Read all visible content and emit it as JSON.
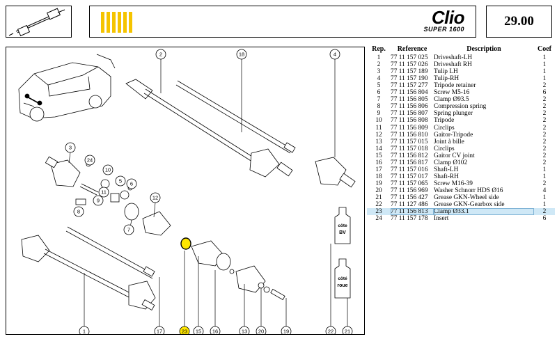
{
  "header": {
    "reference_number": "29.00",
    "brand_logo": "Clio",
    "brand_model": "SUPER 1600",
    "accent_color": "#f5c400"
  },
  "diagram": {
    "highlight_color": "#ffe600",
    "highlighted_part": "23",
    "callouts": [
      "2",
      "18",
      "4",
      "3",
      "24",
      "10",
      "5",
      "6",
      "7",
      "8",
      "11",
      "9",
      "12",
      "1",
      "17",
      "23",
      "15",
      "16",
      "13",
      "20",
      "19",
      "22",
      "21"
    ],
    "tube_labels": [
      {
        "line1": "côte",
        "line2": "BV"
      },
      {
        "line1": "côté",
        "line2": "roue"
      }
    ]
  },
  "parts_table": {
    "headers": {
      "rep": "Rep.",
      "reference": "Reference",
      "description": "Description",
      "coef": "Coef"
    },
    "rows": [
      {
        "rep": "1",
        "ref": "77 11 157 025",
        "desc": "Driveshaft-LH",
        "coef": "1"
      },
      {
        "rep": "2",
        "ref": "77 11 157 026",
        "desc": "Driveshaft RH",
        "coef": "1"
      },
      {
        "rep": "3",
        "ref": "77 11 157 189",
        "desc": "Tulip LH",
        "coef": "1"
      },
      {
        "rep": "4",
        "ref": "77 11 157 190",
        "desc": "Tulip-RH",
        "coef": "1"
      },
      {
        "rep": "5",
        "ref": "77 11 157 277",
        "desc": "Tripode retainer",
        "coef": "2"
      },
      {
        "rep": "6",
        "ref": "77 11 156 804",
        "desc": "Screw M5-16",
        "coef": "6"
      },
      {
        "rep": "7",
        "ref": "77 11 156 805",
        "desc": "Clamp Ø93.5",
        "coef": "2"
      },
      {
        "rep": "8",
        "ref": "77 11 156 806",
        "desc": "Compression spring",
        "coef": "2"
      },
      {
        "rep": "9",
        "ref": "77 11 156 807",
        "desc": "Spring plunger",
        "coef": "2"
      },
      {
        "rep": "10",
        "ref": "77 11 156 808",
        "desc": "Tripode",
        "coef": "2"
      },
      {
        "rep": "11",
        "ref": "77 11 156 809",
        "desc": "Circlips",
        "coef": "2"
      },
      {
        "rep": "12",
        "ref": "77 11 156 810",
        "desc": "Gaitor-Tripode",
        "coef": "2"
      },
      {
        "rep": "13",
        "ref": "77 11 157 015",
        "desc": "Joint à bille",
        "coef": "2"
      },
      {
        "rep": "14",
        "ref": "77 11 157 018",
        "desc": "Circlips",
        "coef": "2"
      },
      {
        "rep": "15",
        "ref": "77 11 156 812",
        "desc": "Gaitor CV joint",
        "coef": "2"
      },
      {
        "rep": "16",
        "ref": "77 11 156 817",
        "desc": "Clamp Ø102",
        "coef": "2"
      },
      {
        "rep": "17",
        "ref": "77 11 157 016",
        "desc": "Shaft-LH",
        "coef": "1"
      },
      {
        "rep": "18",
        "ref": "77 11 157 017",
        "desc": "Shaft-RH",
        "coef": "1"
      },
      {
        "rep": "19",
        "ref": "77 11 157 065",
        "desc": "Screw M16-39",
        "coef": "2"
      },
      {
        "rep": "20",
        "ref": "77 11 156 969",
        "desc": "Washer Schnorr HDS Ø16",
        "coef": "4"
      },
      {
        "rep": "21",
        "ref": "77 11 156 427",
        "desc": "Grease GKN-Wheel side",
        "coef": "1"
      },
      {
        "rep": "22",
        "ref": "77 11 127 486",
        "desc": "Grease GKN-Gearbox side",
        "coef": "1"
      },
      {
        "rep": "23",
        "ref": "77 11 156 813",
        "desc": "Clamp Ø33.1",
        "coef": "2",
        "highlighted": true
      },
      {
        "rep": "24",
        "ref": "77 11 157 178",
        "desc": "Insert",
        "coef": "6"
      }
    ]
  }
}
